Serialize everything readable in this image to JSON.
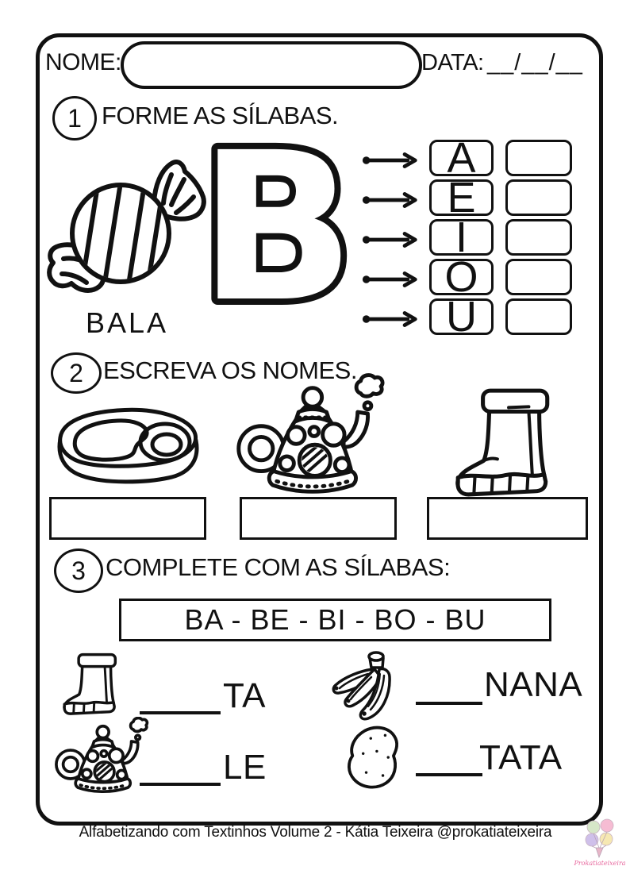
{
  "header": {
    "name_label": "NOME:",
    "date_label": "DATA:",
    "date_blanks": "__/__/__"
  },
  "section1": {
    "number": "1",
    "title": "FORME AS SÍLABAS.",
    "illustration": "candy",
    "word_label": "BALA",
    "big_letter": "B",
    "vowels": [
      "A",
      "E",
      "I",
      "O",
      "U"
    ]
  },
  "section2": {
    "number": "2",
    "title": "ESCREVA OS NOMES.",
    "illustrations": [
      "steak",
      "teapot",
      "boot"
    ],
    "answer_box_count": 3
  },
  "section3": {
    "number": "3",
    "title": "COMPLETE COM AS SÍLABAS:",
    "syllable_bank": "BA - BE - BI - BO - BU",
    "exercises": [
      {
        "illustration": "boot",
        "suffix": "TA"
      },
      {
        "illustration": "bananas",
        "suffix": "NANA"
      },
      {
        "illustration": "teapot",
        "suffix": "LE"
      },
      {
        "illustration": "potato",
        "suffix": "TATA"
      }
    ]
  },
  "footer": {
    "credit": "Alfabetizando com Textinhos Volume 2 - Kátia Teixeira @prokatiateixeira",
    "logo_text": "Prokatiateixeira"
  },
  "icons": {
    "arrow": "arrow-right-icon",
    "logo": "balloons-pencil-logo"
  },
  "colors": {
    "ink": "#111111",
    "paper": "#ffffff",
    "logo_balloon_green": "#d6e7c8",
    "logo_balloon_pink": "#f6bcd3",
    "logo_balloon_lavender": "#cfc0ea",
    "logo_balloon_yellow": "#f6e8b2",
    "logo_text_pink": "#e7679d"
  }
}
